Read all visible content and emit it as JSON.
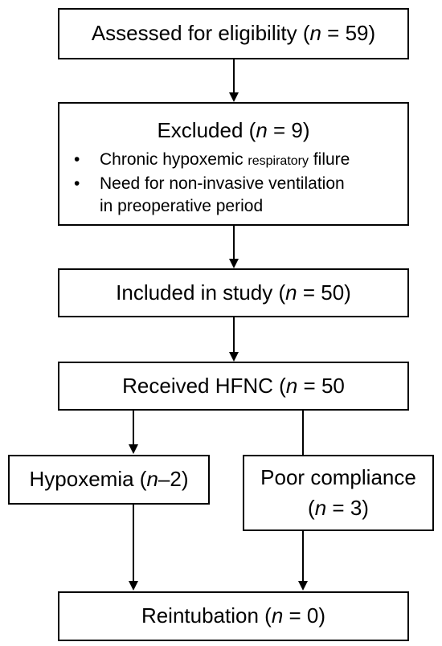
{
  "boxes": {
    "assessed": {
      "label": "Assessed for eligibility (",
      "n_var": "n",
      "n_value": " = 59)"
    },
    "excluded": {
      "label": "Excluded (",
      "n_var": "n",
      "n_value": " = 9)",
      "bullet": "•",
      "reason1_pre": "Chronic hypoxemic ",
      "reason1_small": "respiratory",
      "reason1_post": " filure",
      "reason2_line1": "Need for non-invasive ventilation",
      "reason2_line2": "in preoperative period"
    },
    "included": {
      "label": "Included in study (",
      "n_var": "n",
      "n_value": " = 50)"
    },
    "received": {
      "label": "Received HFNC (",
      "n_var": "n",
      "n_value": " = 50"
    },
    "hypoxemia": {
      "label": "Hypoxemia (",
      "n_var": "n",
      "n_value": "–2)"
    },
    "poor": {
      "line1": "Poor compliance",
      "line2_pre": "(",
      "n_var": "n",
      "line2_post": " = 3)"
    },
    "reintubation": {
      "label": "Reintubation (",
      "n_var": "n",
      "n_value": " = 0)"
    }
  }
}
